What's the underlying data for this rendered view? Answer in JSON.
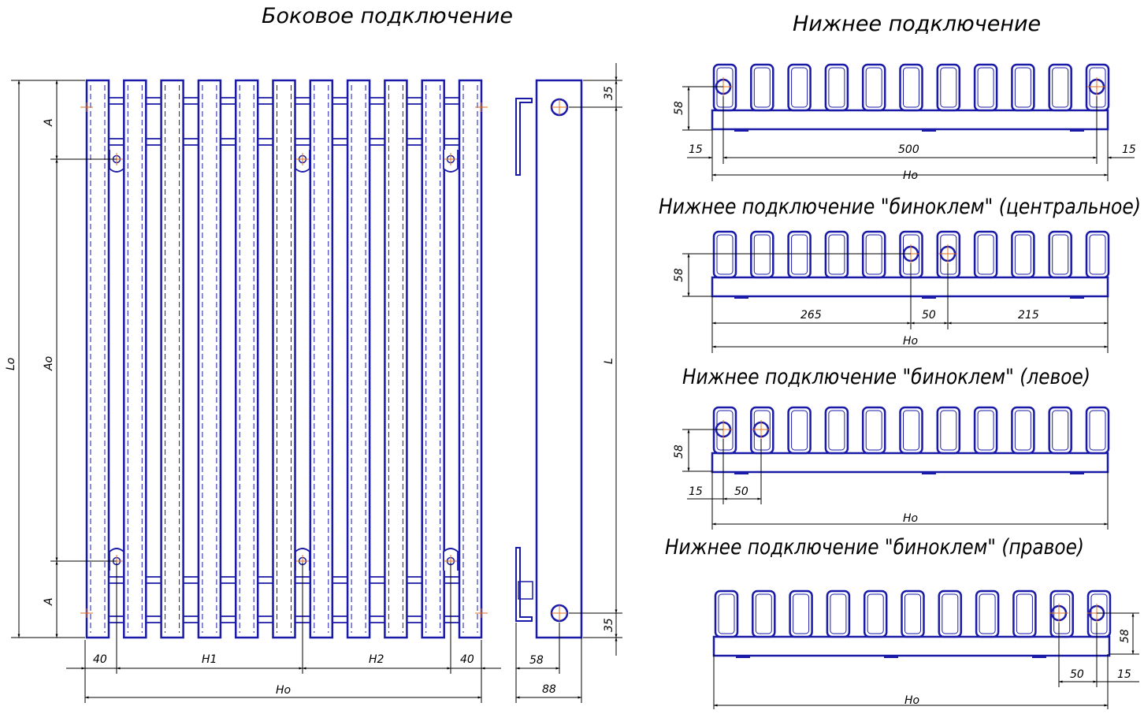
{
  "titles": {
    "side": "Боковое подключение",
    "bottom": "Нижнее подключение",
    "binoklem_center": "Нижнее подключение \"биноклем\" (центральное)",
    "binoklem_left": "Нижнее подключение \"биноклем\" (левое)",
    "binoklem_right": "Нижнее подключение \"биноклем\" (правое)"
  },
  "dims": {
    "side": {
      "lo": "Lo",
      "ao": "Ao",
      "a_top": "A",
      "a_bottom": "A",
      "left40": "40",
      "h1": "H1",
      "h2": "H2",
      "right40": "40",
      "ho": "Ho"
    },
    "profile": {
      "top35": "35",
      "l": "L",
      "bottom35": "35",
      "d58": "58",
      "d88": "88"
    },
    "bottom": {
      "h58": "58",
      "left15": "15",
      "d500": "500",
      "right15": "15",
      "ho": "Ho"
    },
    "center": {
      "h58": "58",
      "d265": "265",
      "d50": "50",
      "d215": "215",
      "ho": "Ho"
    },
    "left": {
      "h58": "58",
      "d15": "15",
      "d50": "50",
      "ho": "Ho"
    },
    "right": {
      "h58": "58",
      "d50": "50",
      "d15": "15",
      "ho": "Ho"
    }
  },
  "colors": {
    "outline": "#1a1aa8",
    "dimension": "#000000",
    "center_mark": "#e07020"
  }
}
